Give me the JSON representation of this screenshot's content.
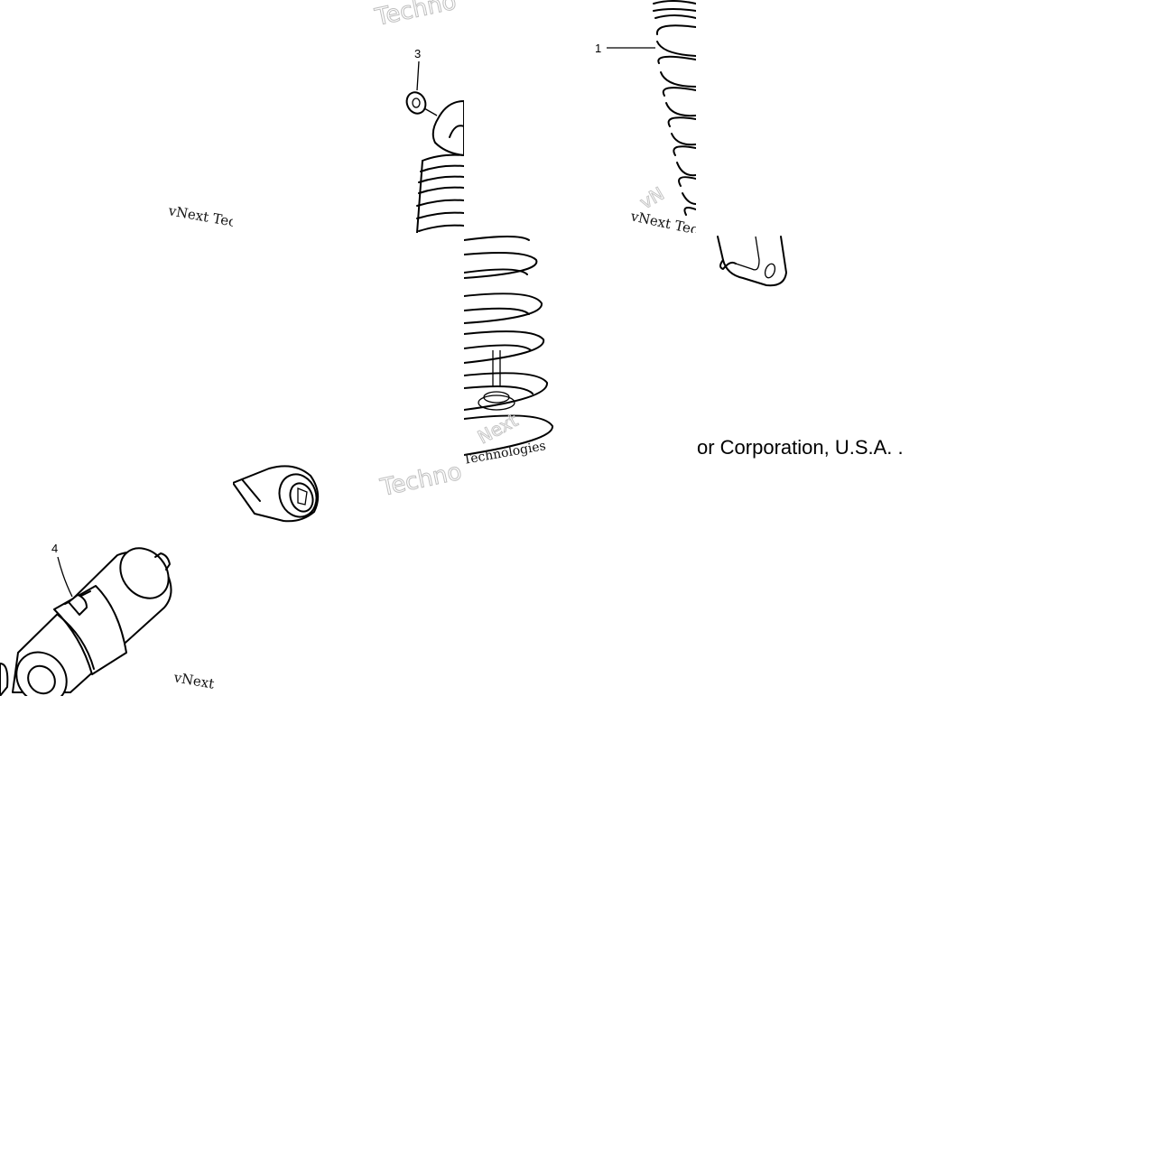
{
  "diagram": {
    "callouts": [
      {
        "id": "1",
        "label": "1"
      },
      {
        "id": "3",
        "label": "3"
      },
      {
        "id": "4",
        "label": "4"
      }
    ],
    "watermarks": {
      "techno_top": "Techno",
      "techno_mid": "Techno",
      "vnext_left": "vNext Tec",
      "vnext_right": "vNext Tec",
      "vnext_bottom": "vNext",
      "technologies": "Technologies",
      "next_ghost": "Next",
      "vn_ghost": "vN"
    },
    "copyright_text": "or Corporation, U.S.A. ."
  }
}
